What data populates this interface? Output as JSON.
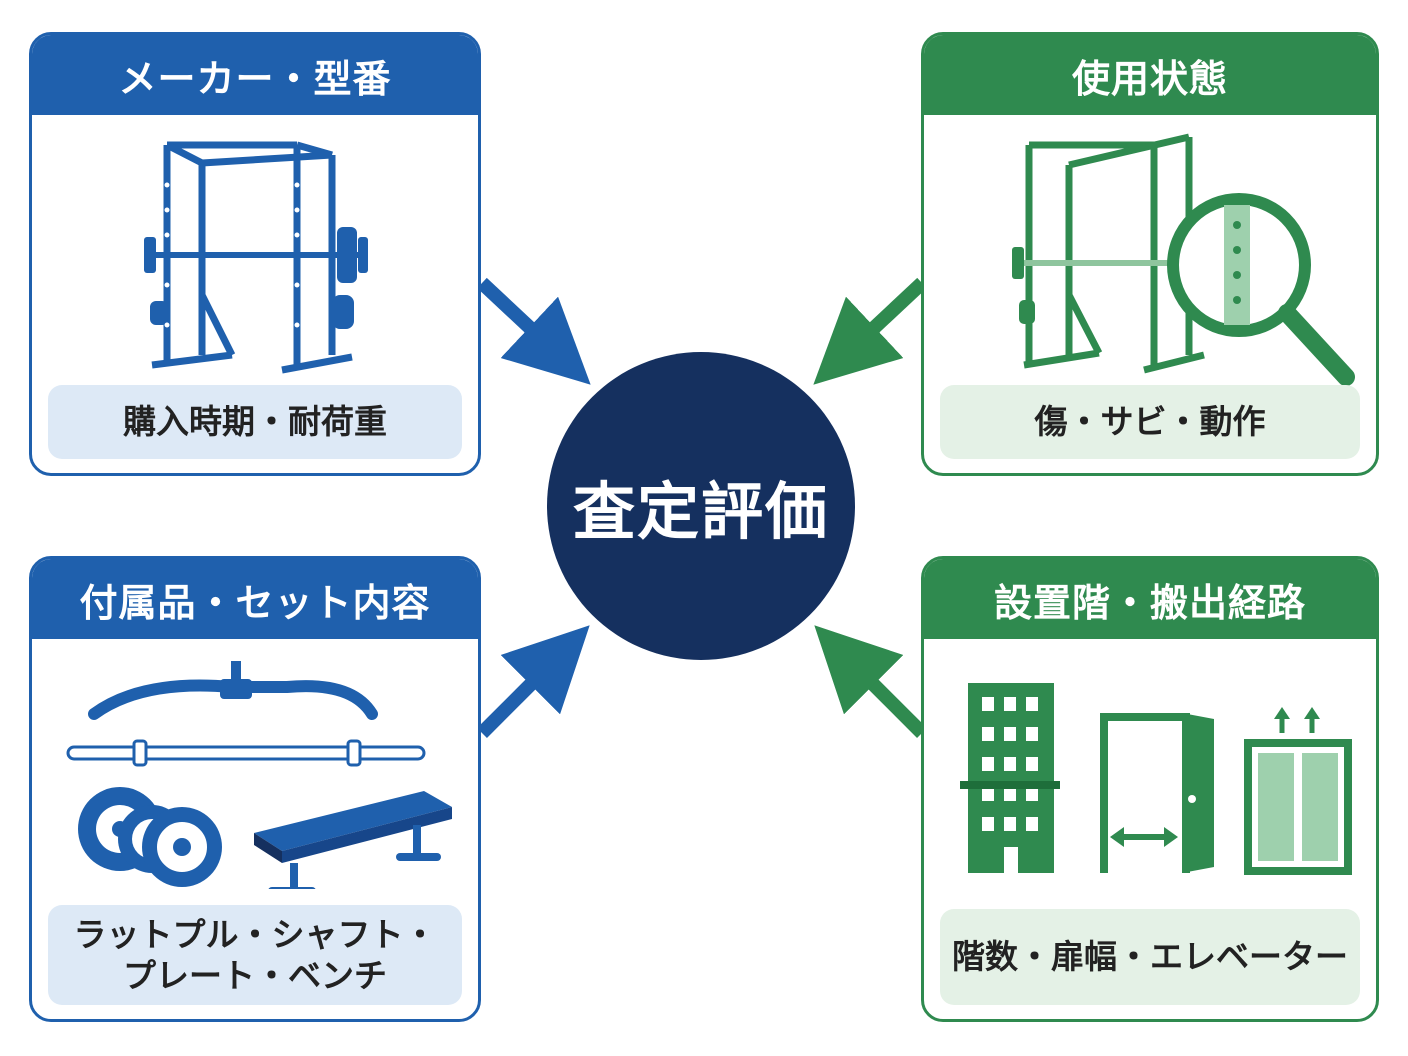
{
  "center": {
    "label": "査定評価"
  },
  "cards": {
    "maker": {
      "title": "メーカー・型番",
      "detail_lines": [
        "購入時期・耐荷重"
      ]
    },
    "condition": {
      "title": "使用状態",
      "detail_lines": [
        "傷・サビ・動作"
      ]
    },
    "accessories": {
      "title": "付属品・セット内容",
      "detail_lines": [
        "ラットプル・シャフト・",
        "プレート・ベンチ"
      ]
    },
    "location": {
      "title": "設置階・搬出経路",
      "detail_lines": [
        "階数・扉幅・エレベーター"
      ]
    }
  },
  "icons": {
    "maker": "power-rack-icon",
    "condition": "rack-magnifier-icon",
    "accessories": "gym-accessories-icon",
    "location": "building-door-elevator-icon"
  },
  "colors": {
    "blue": "#1f60ad",
    "green": "#2f8a4f",
    "navy": "#15305f"
  }
}
